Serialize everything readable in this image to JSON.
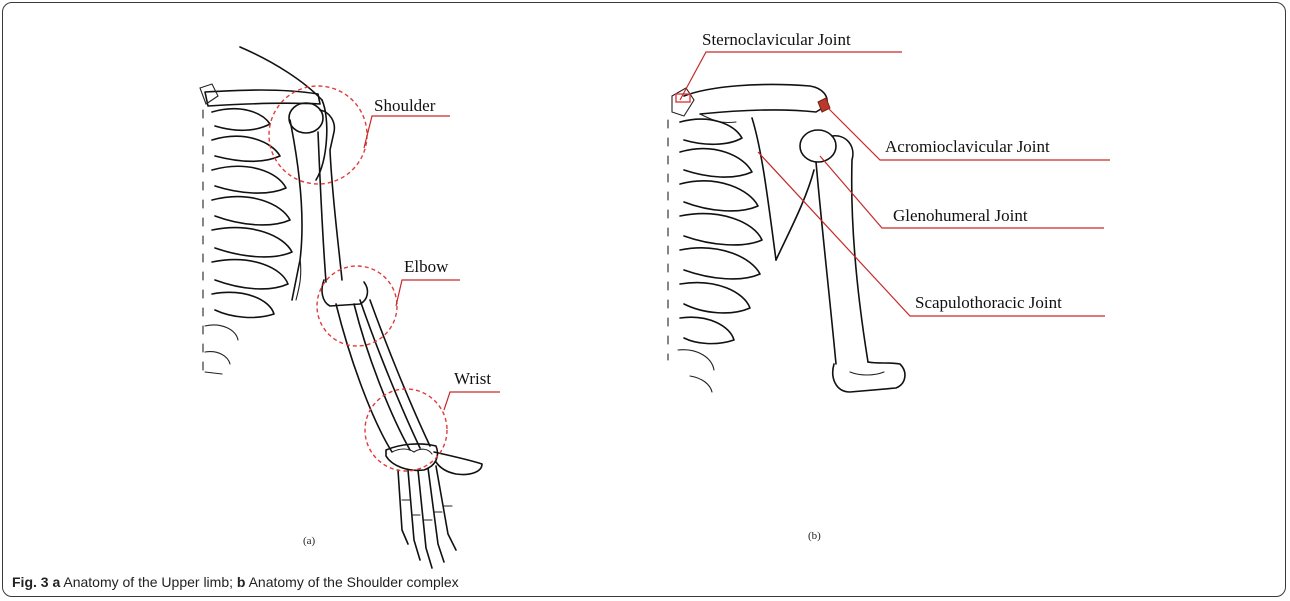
{
  "figure_a": {
    "labels": {
      "shoulder": "Shoulder",
      "elbow": "Elbow",
      "wrist": "Wrist"
    },
    "sublabel": "(a)"
  },
  "figure_b": {
    "labels": {
      "sternoclavicular": "Sternoclavicular Joint",
      "acromioclavicular": "Acromioclavicular Joint",
      "glenohumeral": "Glenohumeral Joint",
      "scapulothoracic": "Scapulothoracic Joint"
    },
    "sublabel": "(b)"
  },
  "caption": {
    "fig_label": "Fig. 3",
    "part_a_letter": "a",
    "part_a_text": " Anatomy of the Upper limb; ",
    "part_b_letter": "b",
    "part_b_text": " Anatomy of the Shoulder complex"
  },
  "colors": {
    "joint_marker": "#e03c3c",
    "leader_line": "#c62a2a",
    "bone_outline": "#111111"
  }
}
